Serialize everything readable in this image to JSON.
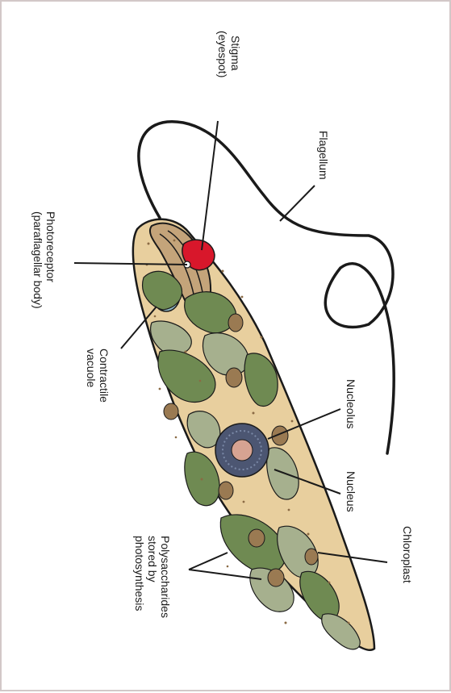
{
  "diagram": {
    "labels": {
      "stigma": [
        "Stigma",
        "(eyespot)"
      ],
      "flagellum": [
        "Flagellum"
      ],
      "photoreceptor": [
        "Photoreceptor",
        "(paraflagellar body)"
      ],
      "contractile_vacuole": [
        "Contractile",
        "vacuole"
      ],
      "nucleolus": [
        "Nucleolus"
      ],
      "nucleus": [
        "Nucleus"
      ],
      "chloroplast": [
        "Chloroplast"
      ],
      "polysaccharides": [
        "Polysaccharides",
        "stored by",
        "photosynthesis"
      ]
    },
    "colors": {
      "cytoplasm": "#e8cf9e",
      "chloroplast": "#6f8a52",
      "chloroplast_pale": "#a6b08e",
      "stigma": "#d8172b",
      "vacuole": "#8fb9c6",
      "nucleus": "#4c5672",
      "nucleolus": "#d6a392",
      "polysaccharide": "#9a7a52",
      "outline": "#1a1a1a"
    }
  }
}
